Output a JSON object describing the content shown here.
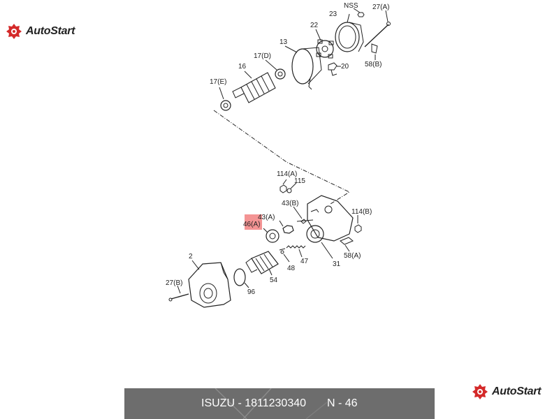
{
  "brand": {
    "name": "AutoStart"
  },
  "labels": {
    "nss": "NSS",
    "p27a": "27(A)",
    "p23": "23",
    "p22": "22",
    "p13": "13",
    "p17d": "17(D)",
    "p16": "16",
    "p20": "20",
    "p58b": "58(B)",
    "p17e": "17(E)",
    "p114a": "114(A)",
    "p115": "115",
    "p43b": "43(B)",
    "p114b": "114(B)",
    "p43a": "43(A)",
    "p46a": "46(A)",
    "p58a": "58(A)",
    "p2": "2",
    "p47": "47",
    "p31": "31",
    "p48": "48",
    "p27b": "27(B)",
    "p54": "54",
    "p96": "96"
  },
  "footer": {
    "part": "ISUZU - 1811230340",
    "page": "N - 46"
  },
  "colors": {
    "highlight": "#f07070",
    "footer_bg": "#6d6d6d",
    "logo_red": "#d42a2a"
  }
}
